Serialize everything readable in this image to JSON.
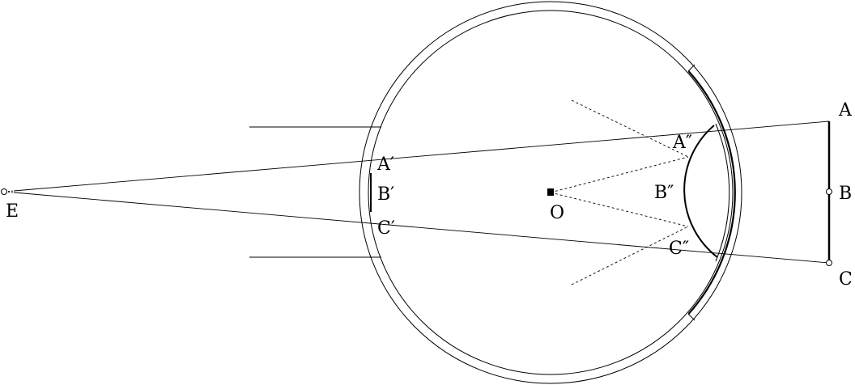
{
  "labels": {
    "A": "A",
    "B": "B",
    "C": "C",
    "E": "E",
    "O": "O",
    "A_prime": "A′",
    "B_prime": "B′",
    "C_prime": "C′",
    "A_double": "A″",
    "B_double": "B″",
    "C_double": "C″"
  },
  "colors": {
    "line": "#000000",
    "background": "#ffffff"
  }
}
